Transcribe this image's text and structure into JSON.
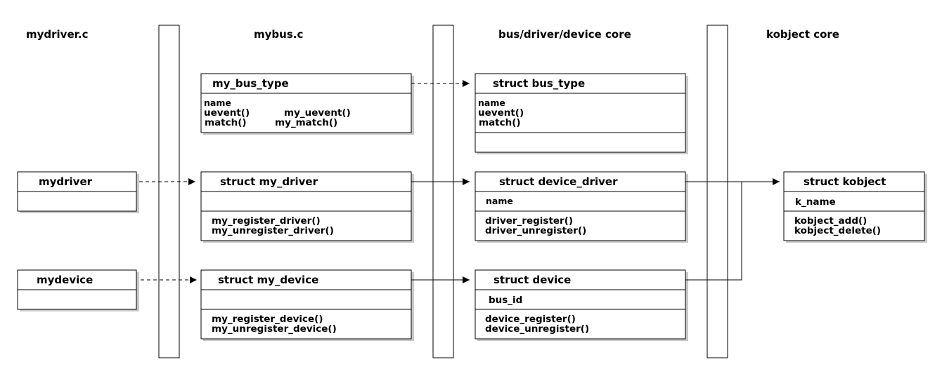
{
  "columns": {
    "mydriver_c": "mydriver.c",
    "mybus_c": "mybus.c",
    "core": "bus/driver/device core",
    "kobject_core": "kobject core"
  },
  "boxes": {
    "my_bus_type": {
      "title": "my_bus_type",
      "lines": [
        "name",
        "uevent()",
        "my_uevent()",
        "match()",
        "my_match()"
      ]
    },
    "struct_bus_type": {
      "title": "struct bus_type",
      "lines": [
        "name",
        "uevent()",
        "match()"
      ]
    },
    "mydriver": {
      "title": "mydriver"
    },
    "struct_my_driver": {
      "title": "struct my_driver",
      "methods": [
        "my_register_driver()",
        "my_unregister_driver()"
      ]
    },
    "struct_device_driver": {
      "title": "struct device_driver",
      "fields": [
        "name"
      ],
      "methods": [
        "driver_register()",
        "driver_unregister()"
      ]
    },
    "struct_kobject": {
      "title": "struct kobject",
      "fields": [
        "k_name"
      ],
      "methods": [
        "kobject_add()",
        "kobject_delete()"
      ]
    },
    "mydevice": {
      "title": "mydevice"
    },
    "struct_my_device": {
      "title": "struct my_device",
      "methods": [
        "my_register_device()",
        "my_unregister_device()"
      ]
    },
    "struct_device": {
      "title": "struct device",
      "fields": [
        "bus_id"
      ],
      "methods": [
        "device_register()",
        "device_unregister()"
      ]
    }
  }
}
